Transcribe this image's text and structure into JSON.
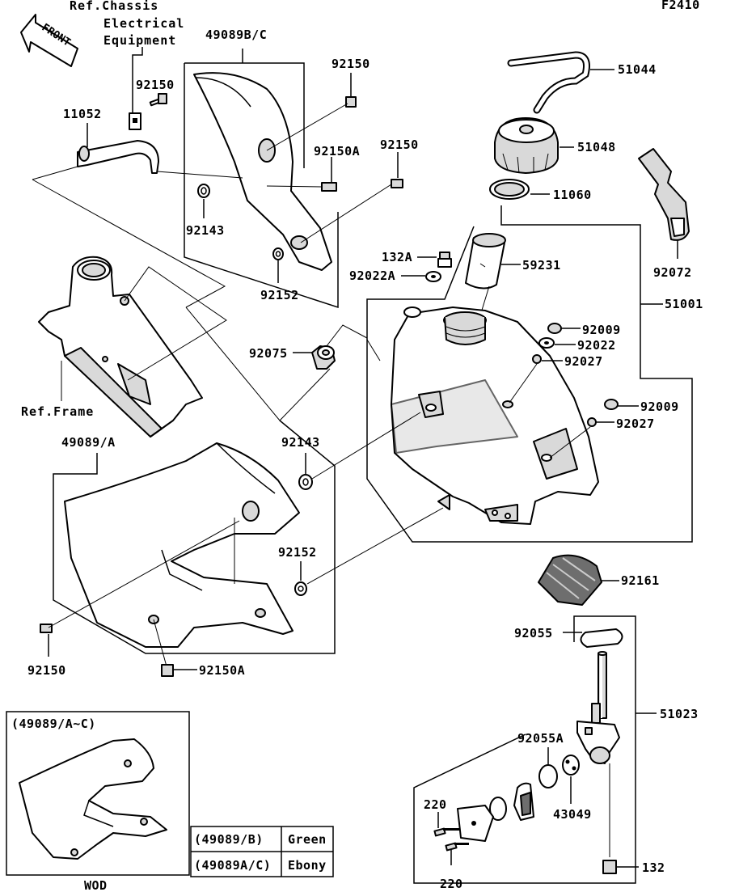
{
  "figure_code": "F2410",
  "front_arrow_label": "FRONT",
  "refs": {
    "chassis": [
      "Ref.Chassis",
      "Electrical",
      "Equipment"
    ],
    "frame": "Ref.Frame"
  },
  "callouts": {
    "c49089bc": "49089B/C",
    "c92150_a": "92150",
    "c92150_b": "92150",
    "c92150_c": "92150",
    "c92150_d": "92150",
    "c11052": "11052",
    "c92150A_a": "92150A",
    "c92150A_b": "92150A",
    "c92143_a": "92143",
    "c92143_b": "92143",
    "c92152_a": "92152",
    "c92152_b": "92152",
    "c51044": "51044",
    "c51048": "51048",
    "c11060": "11060",
    "c92072": "92072",
    "c132A": "132A",
    "c92022A": "92022A",
    "c59231": "59231",
    "c51001": "51001",
    "c92009_a": "92009",
    "c92009_b": "92009",
    "c92022": "92022",
    "c92027_a": "92027",
    "c92027_b": "92027",
    "c92075": "92075",
    "c49089A": "49089/A",
    "c92161": "92161",
    "c92055": "92055",
    "c51023": "51023",
    "c92055A": "92055A",
    "c43049": "43049",
    "c220_a": "220",
    "c220_b": "220",
    "c132": "132"
  },
  "inset": {
    "title": "(49089/A~C)",
    "caption": "WOD"
  },
  "color_table": [
    {
      "part": "(49089/B)",
      "color": "Green"
    },
    {
      "part": "(49089A/C)",
      "color": "Ebony"
    }
  ]
}
